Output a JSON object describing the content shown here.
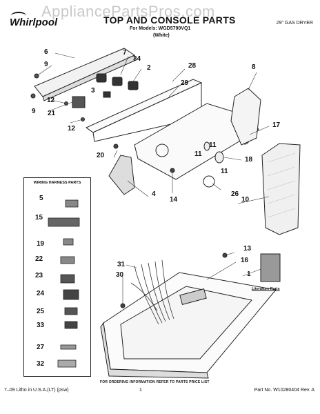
{
  "header": {
    "watermark": "AppliancePartsPros.com",
    "brand": "Whirlpool",
    "title": "TOP AND CONSOLE PARTS",
    "models_line": "For Models: WGD5790VQ1",
    "color_line": "(White)",
    "product_type": "29\" GAS DRYER"
  },
  "harness_box": {
    "title": "WIRING HARNESS PARTS",
    "items": [
      "5",
      "15",
      "19",
      "22",
      "23",
      "24",
      "25",
      "33",
      "27",
      "32"
    ]
  },
  "callouts": {
    "c6": "6",
    "c9a": "9",
    "c12a": "12",
    "c9b": "9",
    "c21": "21",
    "c12b": "12",
    "c3": "3",
    "c7": "7",
    "c34": "34",
    "c2": "2",
    "c28": "28",
    "c29": "29",
    "c8": "8",
    "c17": "17",
    "c11a": "11",
    "c11b": "11",
    "c18": "18",
    "c11c": "11",
    "c20": "20",
    "c4": "4",
    "c14": "14",
    "c26": "26",
    "c10": "10",
    "c13": "13",
    "c16": "16",
    "c1": "1",
    "c31": "31",
    "c30": "30"
  },
  "literature_label": "Literature Parts",
  "footer": {
    "order_info": "FOR ORDERING INFORMATION REFER TO PARTS PRICE LIST",
    "litho": "7–09 Litho in U.S.A.(LT) (psw)",
    "page": "1",
    "part_no": "Part No. W10280404 Rev. A"
  }
}
